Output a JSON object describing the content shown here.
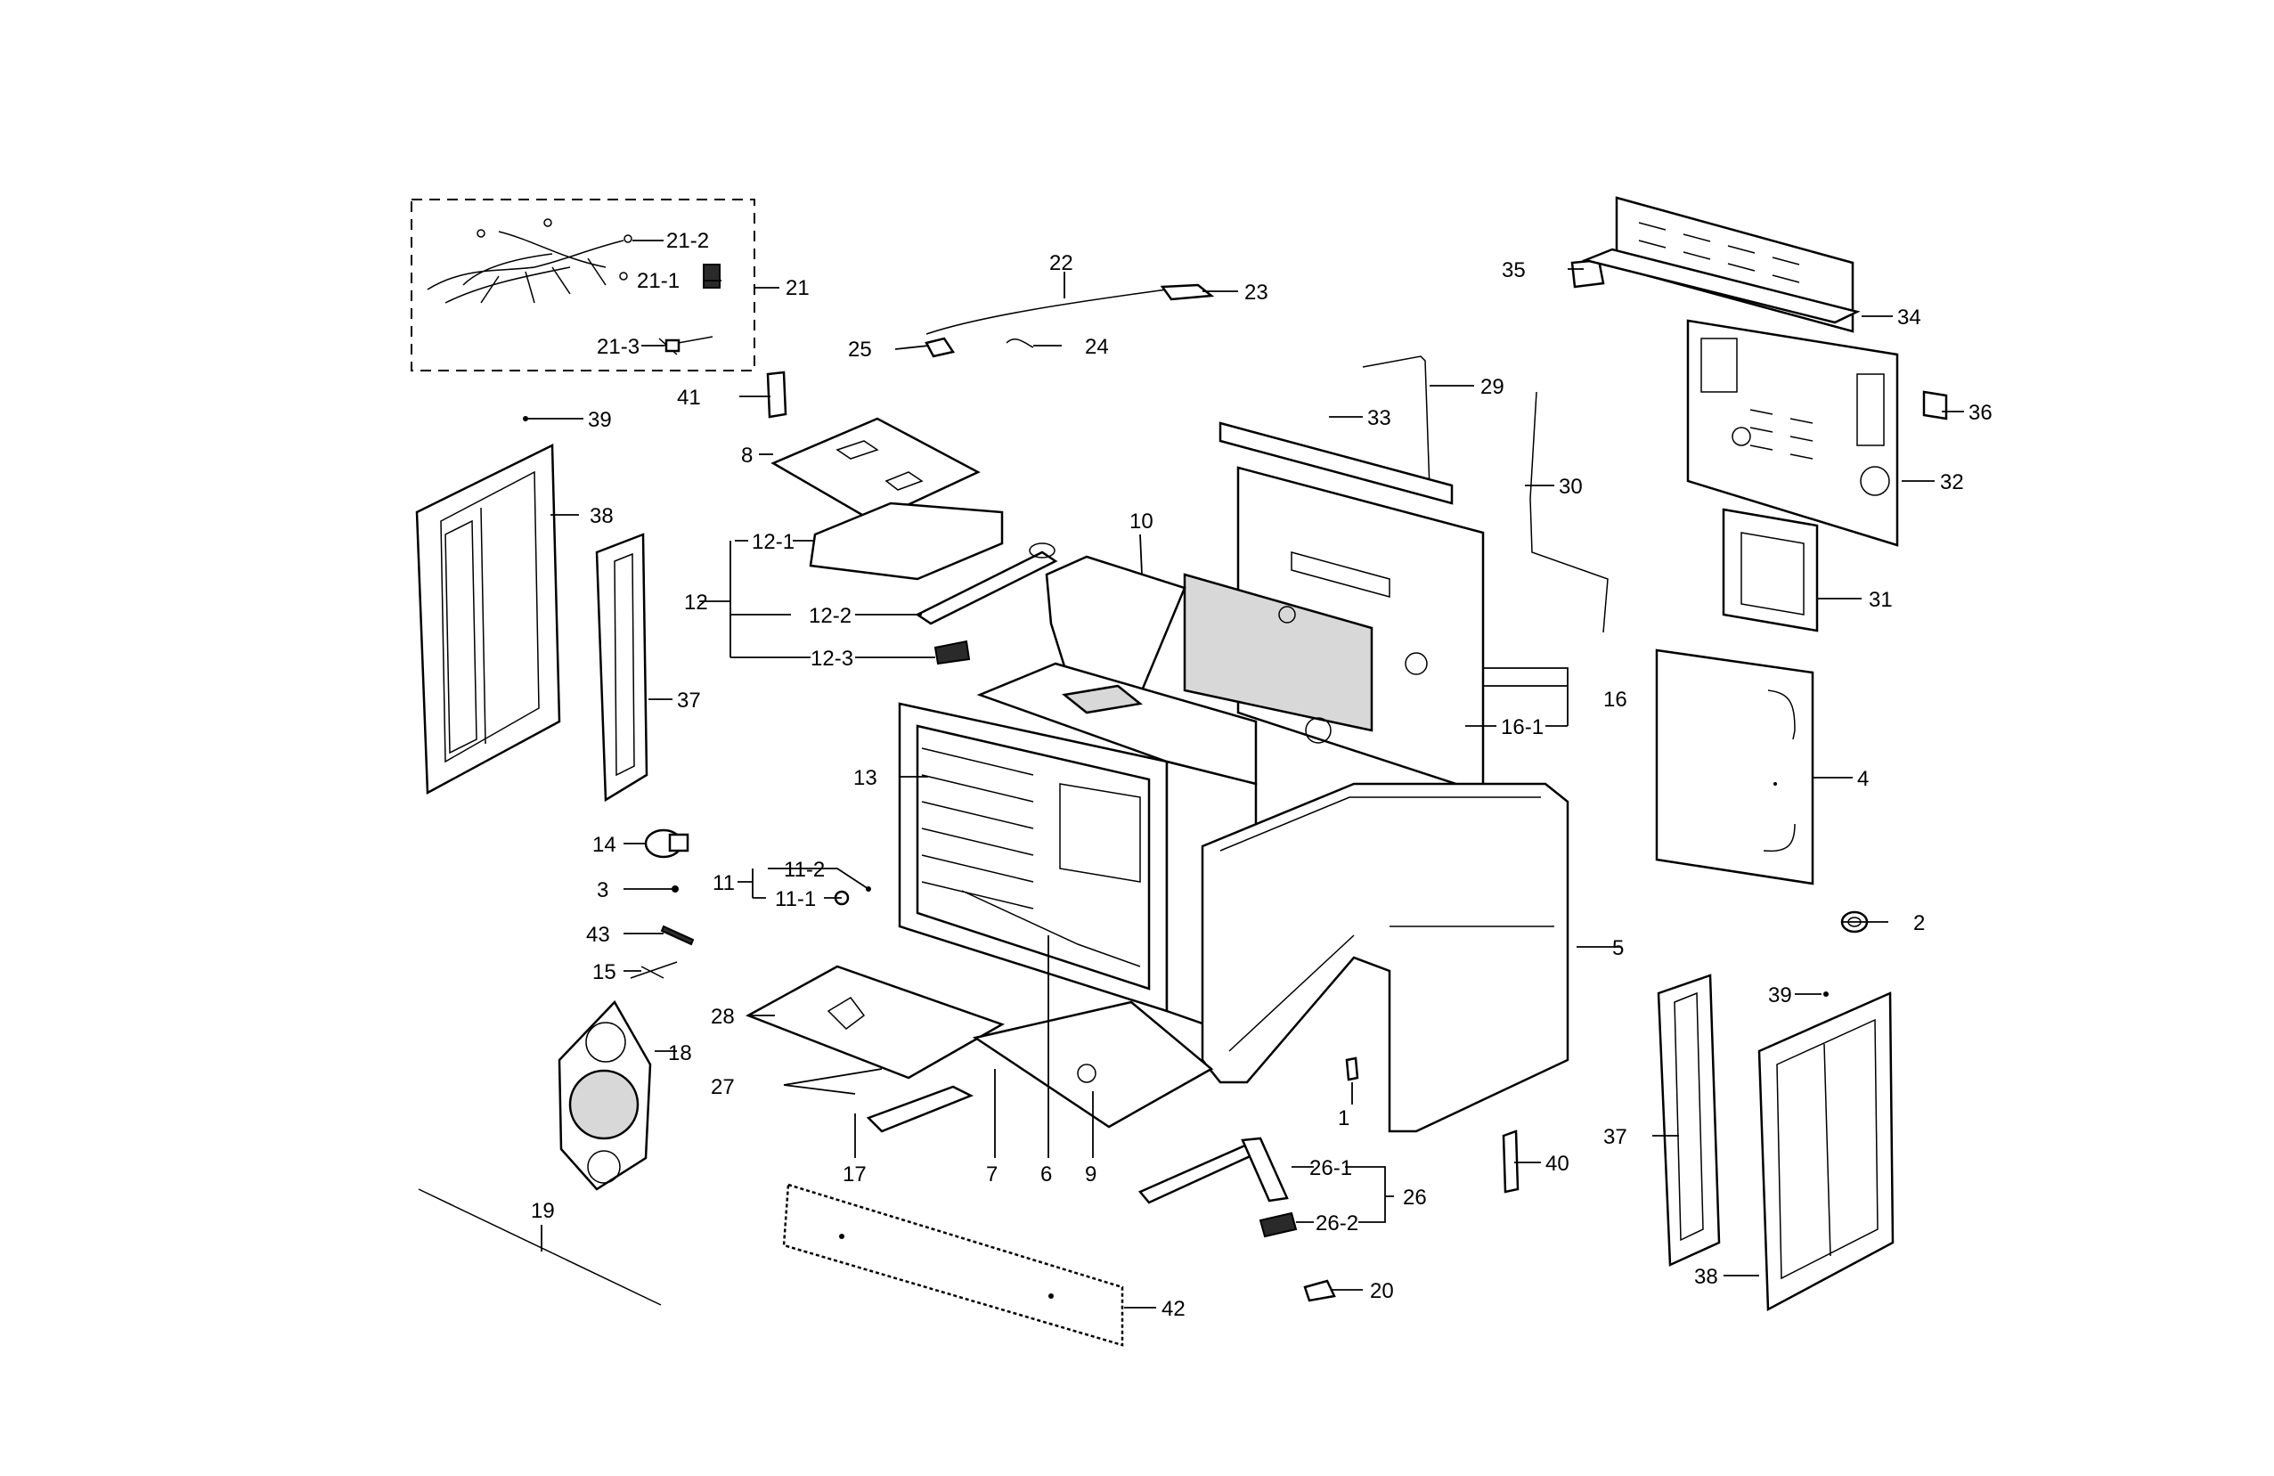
{
  "callouts": [
    {
      "id": "21-2",
      "text": "21-2"
    },
    {
      "id": "21-1",
      "text": "21-1"
    },
    {
      "id": "21",
      "text": "21"
    },
    {
      "id": "21-3",
      "text": "21-3"
    },
    {
      "id": "22",
      "text": "22"
    },
    {
      "id": "23",
      "text": "23"
    },
    {
      "id": "24",
      "text": "24"
    },
    {
      "id": "25",
      "text": "25"
    },
    {
      "id": "35",
      "text": "35"
    },
    {
      "id": "34",
      "text": "34"
    },
    {
      "id": "36",
      "text": "36"
    },
    {
      "id": "32",
      "text": "32"
    },
    {
      "id": "31",
      "text": "31"
    },
    {
      "id": "29",
      "text": "29"
    },
    {
      "id": "30",
      "text": "30"
    },
    {
      "id": "33",
      "text": "33"
    },
    {
      "id": "41",
      "text": "41"
    },
    {
      "id": "39a",
      "text": "39"
    },
    {
      "id": "38a",
      "text": "38"
    },
    {
      "id": "8",
      "text": "8"
    },
    {
      "id": "12-1",
      "text": "12-1"
    },
    {
      "id": "12",
      "text": "12"
    },
    {
      "id": "12-2",
      "text": "12-2"
    },
    {
      "id": "12-3",
      "text": "12-3"
    },
    {
      "id": "10",
      "text": "10"
    },
    {
      "id": "37a",
      "text": "37"
    },
    {
      "id": "16",
      "text": "16"
    },
    {
      "id": "16-1",
      "text": "16-1"
    },
    {
      "id": "4",
      "text": "4"
    },
    {
      "id": "13",
      "text": "13"
    },
    {
      "id": "14",
      "text": "14"
    },
    {
      "id": "11-2",
      "text": "11-2"
    },
    {
      "id": "11",
      "text": "11"
    },
    {
      "id": "11-1",
      "text": "11-1"
    },
    {
      "id": "3",
      "text": "3"
    },
    {
      "id": "43",
      "text": "43"
    },
    {
      "id": "15",
      "text": "15"
    },
    {
      "id": "2",
      "text": "2"
    },
    {
      "id": "5",
      "text": "5"
    },
    {
      "id": "39b",
      "text": "39"
    },
    {
      "id": "28",
      "text": "28"
    },
    {
      "id": "18",
      "text": "18"
    },
    {
      "id": "27",
      "text": "27"
    },
    {
      "id": "1",
      "text": "1"
    },
    {
      "id": "37b",
      "text": "37"
    },
    {
      "id": "17",
      "text": "17"
    },
    {
      "id": "7",
      "text": "7"
    },
    {
      "id": "6",
      "text": "6"
    },
    {
      "id": "9",
      "text": "9"
    },
    {
      "id": "26-1",
      "text": "26-1"
    },
    {
      "id": "26",
      "text": "26"
    },
    {
      "id": "40",
      "text": "40"
    },
    {
      "id": "26-2",
      "text": "26-2"
    },
    {
      "id": "19",
      "text": "19"
    },
    {
      "id": "38b",
      "text": "38"
    },
    {
      "id": "20",
      "text": "20"
    },
    {
      "id": "42",
      "text": "42"
    }
  ]
}
